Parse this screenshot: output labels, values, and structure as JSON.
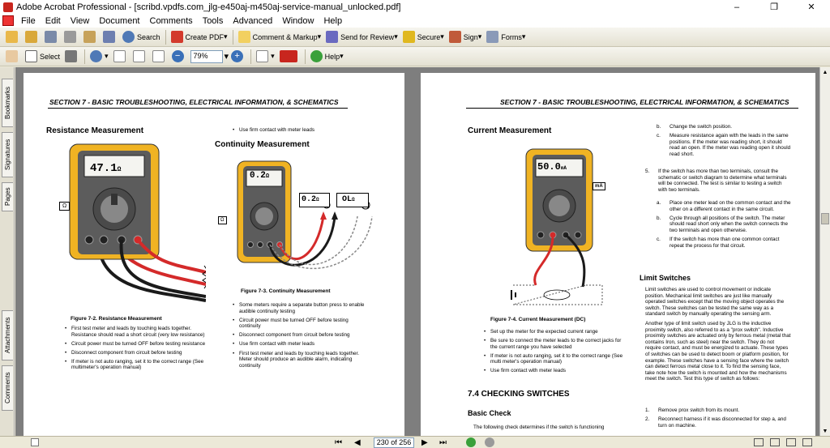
{
  "window": {
    "title": "Adobe Acrobat Professional - [scribd.vpdfs.com_jlg-e450aj-m450aj-service-manual_unlocked.pdf]",
    "minimize": "–",
    "restore": "❐",
    "close": "✕"
  },
  "menu": [
    "File",
    "Edit",
    "View",
    "Document",
    "Comments",
    "Tools",
    "Advanced",
    "Window",
    "Help"
  ],
  "toolbar1": {
    "search": "Search",
    "create_pdf": "Create PDF",
    "comment": "Comment & Markup",
    "send_review": "Send for Review",
    "secure": "Secure",
    "sign": "Sign",
    "forms": "Forms",
    "dropdown": "▾"
  },
  "toolbar2": {
    "select": "Select",
    "zoom": "79%",
    "help": "Help",
    "zoom_in": "+",
    "zoom_out": "−"
  },
  "sidetabs": [
    "Bookmarks",
    "Signatures",
    "Pages",
    "Attachments",
    "Comments"
  ],
  "status": {
    "page_display": "230 of 256"
  },
  "colors": {
    "lead_red": "#d42a2a",
    "lead_black": "#1a1a1a",
    "meter_body": "#f0b323",
    "meter_face": "#5a5a5a"
  },
  "left_page": {
    "header": "SECTION 7 - BASIC TROUBLESHOOTING, ELECTRICAL INFORMATION, & SCHEMATICS",
    "resistance_title": "Resistance Measurement",
    "resistance_display": "47.1",
    "resistance_unit": "Ω",
    "resistance_caption": "Figure 7-2.  Resistance Measurement",
    "resistance_bullets": [
      "First test meter and leads by touching leads together. Resistance should read a short circuit (very low resistance)",
      "Circuit power must be turned OFF before testing resistance",
      "Disconnect component from circuit before testing",
      "If meter is not auto ranging, set it to the correct range (See multimeter's operation manual)"
    ],
    "top_bullet": "Use firm contact with meter leads",
    "continuity_title": "Continuity Measurement",
    "continuity_display": "0.2",
    "continuity_unit": "Ω",
    "cont_box1": "0.2",
    "cont_box1_unit": "Ω",
    "cont_box2": "OL",
    "cont_box2_unit": "Ω",
    "continuity_caption": "Figure 7-3.  Continuity Measurement",
    "continuity_bullets": [
      "Some meters require a separate button press to enable audible continuity testing",
      "Circuit power must be turned OFF before testing continuity",
      "Disconnect component from circuit before testing",
      "Use firm contact with meter leads",
      "First test meter and leads by touching leads together. Meter should produce an audible alarm, indicating continuity"
    ]
  },
  "right_page": {
    "header": "SECTION 7 - BASIC TROUBLESHOOTING, ELECTRICAL INFORMATION, & SCHEMATICS",
    "current_title": "Current Measurement",
    "current_display": "50.0",
    "current_unit": "mA",
    "current_caption": "Figure 7-4.  Current Measurement (DC)",
    "current_bullets": [
      "Set up the meter for the expected current range",
      "Be sure to connect the meter leads to the correct jacks for the current range you have selected",
      "If meter is not auto ranging, set it to the correct range (See multi meter's operation manual)",
      "Use firm contact with meter leads"
    ],
    "section_title": "7.4   CHECKING SWITCHES",
    "basic_check_title": "Basic Check",
    "basic_check_text": "The following check determines if the switch is functioning",
    "steps_b": [
      {
        "n": "b.",
        "t": "Change the switch position."
      },
      {
        "n": "c.",
        "t": "Measure resistance again with the leads in the same positions. If the meter was reading short, it should read an open. If the meter was reading open it should read short."
      }
    ],
    "step5": {
      "n": "5.",
      "t": "If the switch has more than two terminals, consult the schematic or switch diagram to determine what terminals will be connected. The test is similar to testing a switch with two terminals."
    },
    "steps_5": [
      {
        "n": "a.",
        "t": "Place one meter lead on the common contact and the other on a different contact in the same circuit."
      },
      {
        "n": "b.",
        "t": "Cycle through all positions of the switch. The meter should read short only when the switch connects the two terminals and open otherwise."
      },
      {
        "n": "c.",
        "t": "If the switch has more than one common contact repeat the process for that circuit."
      }
    ],
    "limit_title": "Limit Switches",
    "limit_p1": "Limit switches are used to control movement or indicate position. Mechanical limit switches are just like manually operated switches except that the moving object operates the switch. These switches can be tested the same way as a standard switch by manually operating the sensing arm.",
    "limit_p2": "Another type of limit switch used by JLG is the inductive proximity switch, also referred to as a \"prox switch\". Inductive proximity switches are actuated only by ferrous metal (metal that contains Iron, such as steel) near the switch. They do not require contact, and must be energized to actuate. These types of switches can be used to detect boom or platform position, for example. These switches have a sensing face where the switch can detect ferrous metal close to it. To find the sensing face, take note how the switch is mounted and how the mechanisms meet the switch. Test this type of switch as follows:",
    "limit_steps": [
      {
        "n": "1.",
        "t": "Remove prox switch from its mount."
      },
      {
        "n": "2.",
        "t": "Reconnect harness if it was disconnected for step a, and turn on machine."
      }
    ]
  }
}
